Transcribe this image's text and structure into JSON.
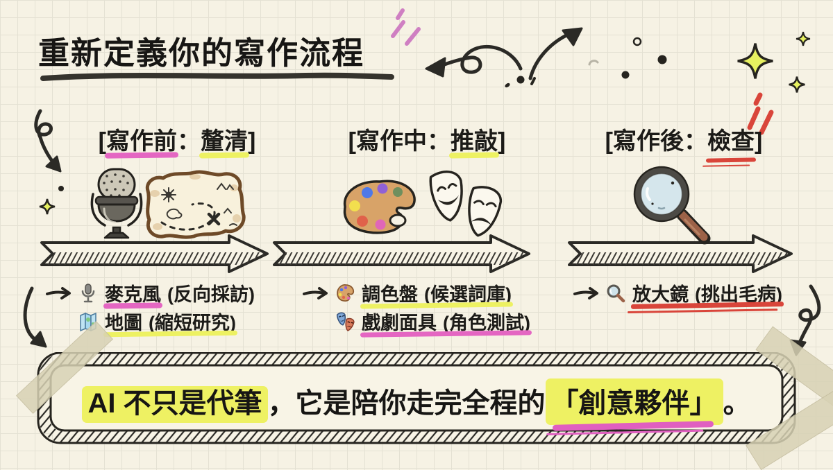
{
  "title": {
    "text": "重新定義你的寫作流程"
  },
  "stages": [
    {
      "header": {
        "open": "[",
        "phase": "寫作前",
        "separator": "：",
        "keyword": "釐清",
        "close": "]"
      },
      "illustrations": [
        "microphone-illustration",
        "treasure-map-illustration"
      ],
      "tools": [
        {
          "icon": "microphone-icon",
          "name": "麥克風",
          "note": "(反向採訪)"
        },
        {
          "icon": "map-icon",
          "name": "地圖",
          "note": "(縮短研究)"
        }
      ]
    },
    {
      "header": {
        "open": "[",
        "phase": "寫作中",
        "separator": "：",
        "keyword": "推敲",
        "close": "]"
      },
      "illustrations": [
        "palette-illustration",
        "theater-masks-illustration"
      ],
      "tools": [
        {
          "icon": "palette-icon",
          "name": "調色盤",
          "note": "(候選詞庫)"
        },
        {
          "icon": "theater-masks-icon",
          "name": "戲劇面具",
          "note": "(角色測試)"
        }
      ]
    },
    {
      "header": {
        "open": "[",
        "phase": "寫作後",
        "separator": "：",
        "keyword": "檢查",
        "close": "]"
      },
      "illustrations": [
        "magnifier-illustration"
      ],
      "tools": [
        {
          "icon": "magnifier-icon",
          "name": "放大鏡",
          "note": "(挑出毛病)"
        }
      ]
    }
  ],
  "banner": {
    "highlight_lead": "AI 不只是代筆",
    "middle": "，它是陪你走完全程的",
    "highlight_tail": "「創意夥伴」",
    "period": "。"
  },
  "colors": {
    "background": "#f6f2e4",
    "grid_line": "#e4e1d3",
    "ink": "#26241f",
    "marker_pink": "#e466c2",
    "marker_yellow": "#edf162",
    "marker_red": "#d9453a",
    "sparkle_yellow": "#e7f160",
    "tape_beige": "#d7d1b4",
    "palette_wood": "#d8a368",
    "magnifier_lens": "#d5e6ec",
    "handle_brown": "#9c6248"
  }
}
